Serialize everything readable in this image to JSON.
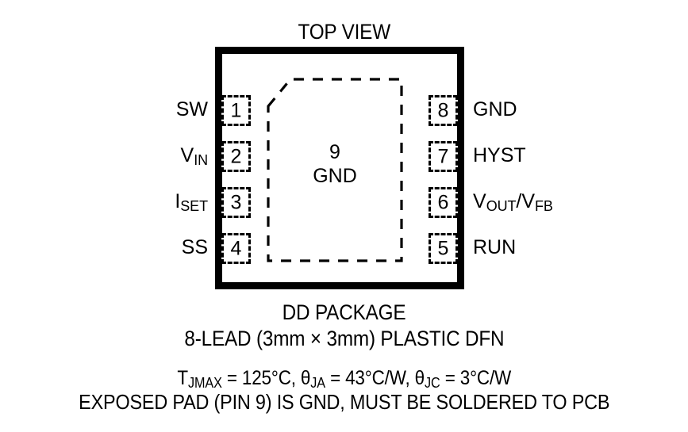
{
  "diagram": {
    "title": "TOP VIEW",
    "package_name": "DD PACKAGE",
    "package_description": "8-LEAD (3mm × 3mm) PLASTIC DFN",
    "thermal_specs": "T",
    "thermal_sub1": "JMAX",
    "thermal_mid1": " = 125°C, θ",
    "thermal_sub2": "JA",
    "thermal_mid2": " = 43°C/W, θ",
    "thermal_sub3": "JC",
    "thermal_end": " = 3°C/W",
    "exposed_pad_note": "EXPOSED PAD (PIN 9) IS GND, MUST BE SOLDERED TO PCB",
    "outline_color": "#000000",
    "background_color": "#ffffff"
  },
  "exposed_pad": {
    "number": "9",
    "name": "GND"
  },
  "pins": {
    "left": [
      {
        "number": "1",
        "label": "SW",
        "sub": ""
      },
      {
        "number": "2",
        "label": "V",
        "sub": "IN"
      },
      {
        "number": "3",
        "label": "I",
        "sub": "SET"
      },
      {
        "number": "4",
        "label": "SS",
        "sub": ""
      }
    ],
    "right": [
      {
        "number": "8",
        "label": "GND",
        "sub": ""
      },
      {
        "number": "7",
        "label": "HYST",
        "sub": ""
      },
      {
        "number": "6",
        "label": "V",
        "sub": "OUT",
        "label2": "/V",
        "sub2": "FB"
      },
      {
        "number": "5",
        "label": "RUN",
        "sub": ""
      }
    ]
  }
}
